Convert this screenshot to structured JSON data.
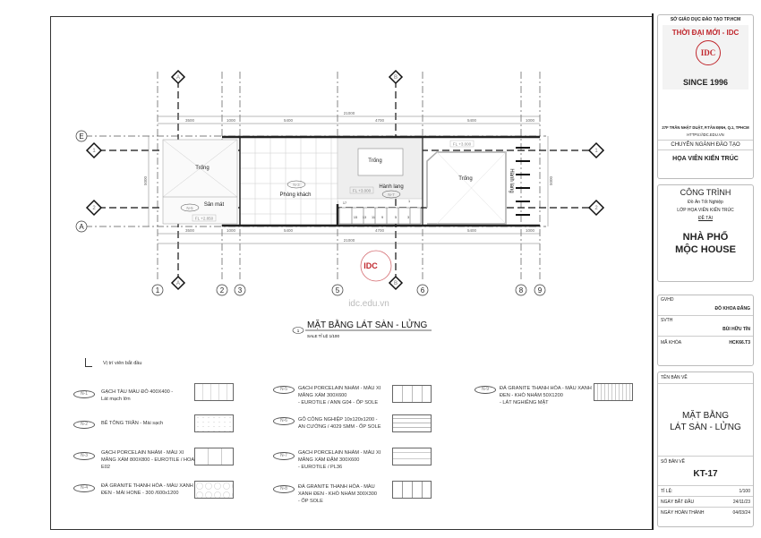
{
  "title_block": {
    "department": "SỞ GIÁO DỤC ĐÀO TẠO TP.HCM",
    "brand": "THỜI ĐẠI MỚI - IDC",
    "logo_text": "IDC",
    "since": "SINCE 1996",
    "address": "27F TRẦN NHẬT DUẬT, P.TÂN ĐỊNH, Q.1, TPHCM",
    "website": "HTTPS://IDC.EDU.VN",
    "major_label": "CHUYÊN NGÀNH ĐÀO TẠO",
    "major": "HỌA VIÊN KIẾN TRÚC",
    "project_label": "CÔNG TRÌNH",
    "thesis": "Đồ Án Tốt Nghiệp",
    "class": "LỚP HỌA VIÊN KIẾN TRÚC",
    "topic_label": "ĐỀ TÀI",
    "project_name_1": "NHÀ PHỐ",
    "project_name_2": "MỘC HOUSE",
    "gvhd_label": "GVHD",
    "gvhd": "ĐỖ KHOA ĐĂNG",
    "svth_label": "SVTH",
    "svth": "BÙI HỮU TÍN",
    "course_label": "MÃ KHÓA",
    "course": "HCK66.T3",
    "drawing_name_label": "TÊN BẢN VẼ",
    "drawing_name_1": "MẶT BẰNG",
    "drawing_name_2": "LÁT SÀN - LỬNG",
    "sheet_no_label": "SỐ BẢN VẼ",
    "sheet_no": "KT-17",
    "scale_label": "TỈ LỆ:",
    "scale": "1/100",
    "start_label": "NGÀY BẮT ĐẦU",
    "start": "24/11/23",
    "end_label": "NGÀY HOÀN THÀNH",
    "end": "04/03/24"
  },
  "plan": {
    "grid_x": [
      "1",
      "2",
      "3",
      "5",
      "6",
      "8",
      "9"
    ],
    "grid_y": [
      "E",
      "A"
    ],
    "axis_y": [
      "1",
      "2"
    ],
    "sections": [
      "A",
      "B"
    ],
    "dims_total": "21000",
    "dims": [
      "3500",
      "1000",
      "5400",
      "4700",
      "5400",
      "1000"
    ],
    "dim_vertical": "5000",
    "rooms": [
      "Trống",
      "Sân mát",
      "Phòng khách",
      "Trống",
      "Hành lang",
      "Trống",
      "Hành lang"
    ],
    "tags": [
      "N-5",
      "N-3",
      "N-7"
    ],
    "levels": [
      "FL +2.850",
      "FL +3.000",
      "FL +3.000"
    ],
    "stairs": [
      "15",
      "13",
      "11",
      "9",
      "5",
      "3",
      "17",
      "1"
    ],
    "watermark_logo": "IDC",
    "watermark": "idc.edu.vn",
    "title_no": "1",
    "title": "MẶT BẰNG LÁT SÀN - LỬNG",
    "scale": "SALE TỈ LỆ 1/100"
  },
  "legend": {
    "start_marker": "Vị trí viên bắt đầu",
    "items": [
      {
        "code": "N-1",
        "l1": "GẠCH TÀU MÀU ĐỎ 400X400 -",
        "l2": "Lát mạch lớn",
        "l3": ""
      },
      {
        "code": "N-2",
        "l1": "BÊ TÔNG TRẦN - Mài sạch",
        "l2": "",
        "l3": ""
      },
      {
        "code": "N-3",
        "l1": "GẠCH PORCELAIN NHÁM - MÀU XI",
        "l2": "MĂNG XÁM 800X800 - EUROTILE / HOA",
        "l3": "E02"
      },
      {
        "code": "N-4",
        "l1": "ĐÁ GRANITE THANH HÓA - MÀU XANH",
        "l2": "ĐEN - MÀI HONE - 300 /600x1200",
        "l3": ""
      },
      {
        "code": "N-5",
        "l1": "GẠCH PORCELAIN NHÁM - MÀU XI",
        "l2": "MĂNG XÁM 300X600",
        "l3": "- EUROTILE / ANN G04 - ỐP SOLE"
      },
      {
        "code": "N-6",
        "l1": "GỖ CÔNG NGHIỆP 10x120x1200 -",
        "l2": "AN CƯỜNG / 4029 SMM - ỐP SOLE",
        "l3": ""
      },
      {
        "code": "N-7",
        "l1": "GẠCH PORCELAIN NHÁM - MÀU XI",
        "l2": "MĂNG XÁM ĐẬM 300X600",
        "l3": "- EUROTILE /  PL36"
      },
      {
        "code": "N-8",
        "l1": "ĐÁ  GRANITE THANH HÓA - MÀU",
        "l2": "XANH ĐEN - KHÒ NHÁM 300X300",
        "l3": "- ỐP SOLE"
      },
      {
        "code": "N-9",
        "l1": "ĐÁ GRANITE THANH HÓA - MÀU XANH",
        "l2": "ĐEN - KHÒ NHÁM 50X1200",
        "l3": "- LÁT NGHIÊNG MẶT"
      }
    ]
  },
  "colors": {
    "brand_red": "#c0272d",
    "line": "#333333"
  }
}
